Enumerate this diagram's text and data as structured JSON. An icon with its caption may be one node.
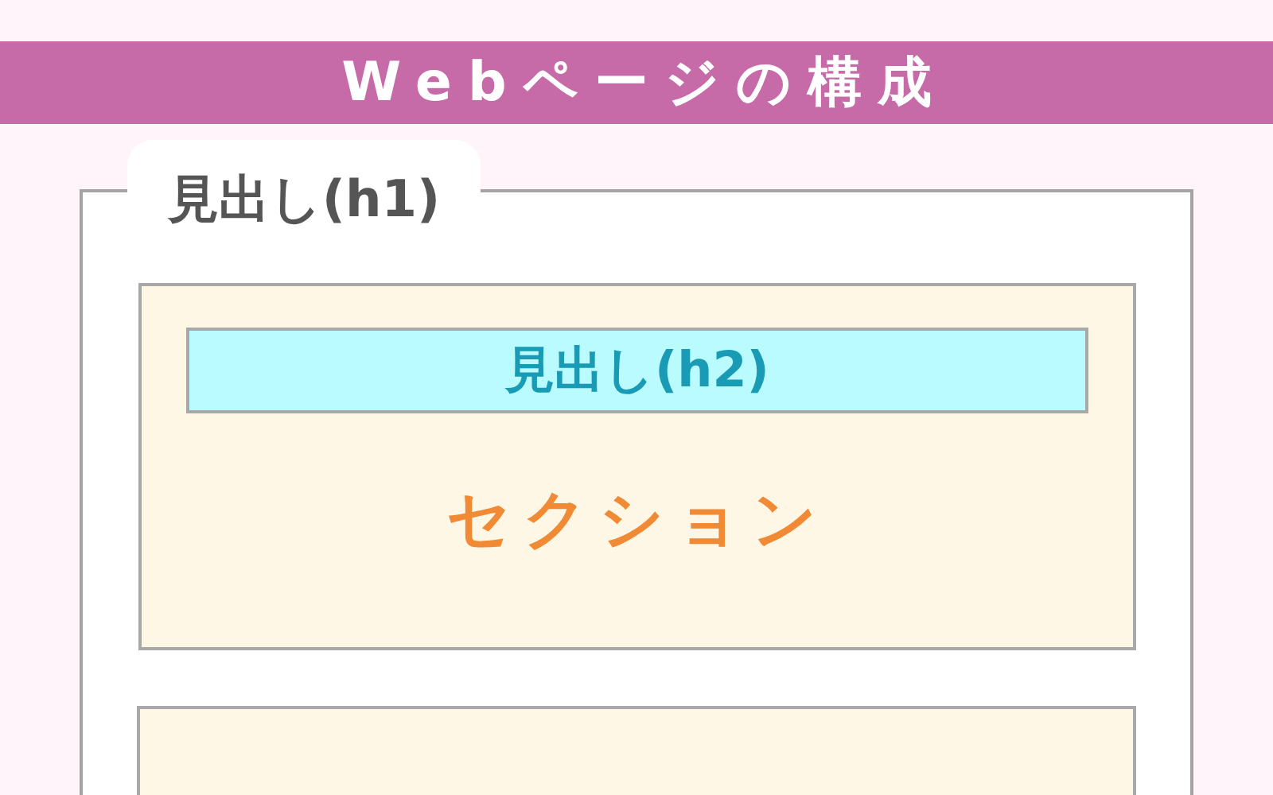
{
  "diagram": {
    "title": "Webページの構成",
    "nodes": [
      {
        "text": [
          "見出し(h1)"
        ]
      },
      {
        "text": [
          "セクション"
        ],
        "in": 0
      },
      {
        "text": [
          "見出し(h2)"
        ],
        "in": 1
      },
      {
        "text": [],
        "shape": "box",
        "in": 0
      }
    ]
  }
}
